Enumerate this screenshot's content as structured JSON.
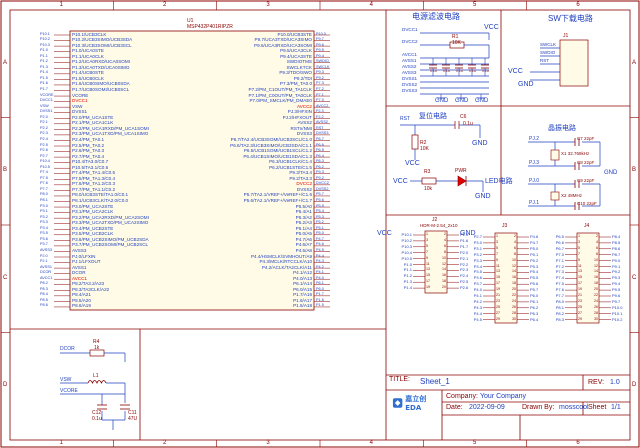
{
  "border": {
    "col_labels": [
      "1",
      "2",
      "3",
      "4",
      "5",
      "6"
    ],
    "row_labels": [
      "A",
      "B",
      "C",
      "D"
    ]
  },
  "sections": {
    "power": "电源滤波电路",
    "sw": "SW下载电路",
    "reset": "复位电路",
    "crystal": "晶振电路",
    "led": "LED电路"
  },
  "mcu": {
    "ref": "U1",
    "part": "MSP432P401RIPZR",
    "left_pins": [
      "P10.1/UCB3CLK",
      "P10.2/UCB3SIMO/UCB3SDA",
      "P10.3/UCB3SOMI/UCB3SCL",
      "P1.0/UCA0STE",
      "P1.1/UCA0CLK",
      "P1.2/UCA0RXD/UCA0SOMI",
      "P1.3/UCA0TXD/UCA0SIMO",
      "P1.4/UCB0STE",
      "P1.5/UCB0CLK",
      "P1.6/UCB0SIMO/UCB0SDA",
      "P1.7/UCB0SOMI/UCB0SCL",
      "VCORE",
      "DVCC1",
      "VSW",
      "DVSS1",
      "P2.0/PM_UCA1STE",
      "P2.1/PM_UCA1CLK",
      "P2.2/PM_UCA1RXD/PM_UCA1SOMI",
      "P2.3/PM_UCA1TXD/PM_UCA1SIMO",
      "P2.4/PM_TA0.1",
      "P2.5/PM_TA0.2",
      "P2.6/PM_TA0.3",
      "P2.7/PM_TA0.4",
      "P10.4/TA3.0/C0.7",
      "P10.5/TA3.1/C0.6",
      "P7.4/PM_TA1.4/C0.5",
      "P7.5/PM_TA1.3/C0.4",
      "P7.6/PM_TA1.2/C0.3",
      "P7.7/PM_TA1.1/C0.2",
      "P8.0/UCB3STE/TA1.0/C0.1",
      "P8.1/UCB3CLK/TA2.0/C0.0",
      "P3.0/PM_UCA2STE",
      "P3.1/PM_UCA2CLK",
      "P3.2/PM_UCA2RXD/PM_UCA2SOMI",
      "P3.3/PM_UCA2TXD/PM_UCA2SIMO",
      "P3.4/PM_UCB2STE",
      "P3.5/PM_UCB2CLK",
      "P3.6/PM_UCB2SIMO/PM_UCB2SDA",
      "P3.7/PM_UCB2SOMI/PM_UCB2SCL",
      "AVSS3",
      "PJ.0/LFXIN",
      "PJ.1/LFXOUT",
      "AVSS1",
      "DCOR",
      "AVCC1",
      "P8.2/TA3.2/A23",
      "P8.3/TA3CLK/A22",
      "P8.4/A21",
      "P8.5/A20",
      "P8.6/A19"
    ],
    "right_pins": [
      "P10.0/UCB3STE",
      "P9.7/UCA3TXD/UCA3SIMO",
      "P9.6/UCA3RXD/UCA3SOMI",
      "P9.5/UCA3CLK",
      "P9.4/UCA3STE",
      "SWDIOTMS",
      "SWCLKTCK",
      "P9.3/TDO/SWO",
      "P9.2/TDI",
      "P7.3/PM_TA0.0",
      "P7.2/PM_C1OUT/PM_TA1CLK",
      "P7.1/PM_C0OUT/PM_TA0CLK",
      "P7.0/PM_SMCLK/PM_DMAE0",
      "AVCC2",
      "PJ.3/HFXIN",
      "PJ.2/HFXOUT",
      "AVSS2",
      "RSTn/NMI",
      "DVSS3",
      "P6.7/TA2.4/UCB3SOMI/UCB3SCL/C1.0",
      "P6.6/TA2.3/UCB3SIMO/UCB3SDA/C1.1",
      "P6.5/UCB1SOMI/UCB1SCL/C1.2",
      "P6.4/UCB1SIMO/UCB1SDA/C1.3",
      "P6.3/UCB1CLK/C1.4",
      "P6.2/UCB1STE/C1.5",
      "P9.3/TA3.4",
      "P9.2/TA3.3",
      "DVCC2",
      "DVSS2",
      "P5.7/TA2.1/VREF+/VeREF+/C1.6",
      "P5.6/TA2.1/VREF+/VeREF+/C1.7",
      "P5.5/A0",
      "P5.4/A1",
      "P5.3/A2",
      "P5.2/A3",
      "P5.1/A4",
      "P5.0/A5",
      "P4.7/A6",
      "P4.6/A7",
      "P4.5/A8",
      "P4.4/HSMCLK/SVMHOUT/A9",
      "P4.3/MCLK/RTCCLK/A10",
      "P4.2/ACLK/TA2CLK/A11",
      "P4.1/A12",
      "P4.0/A13",
      "P6.1/A14",
      "P6.0/A15",
      "P1.7/A16",
      "P1.6/A17",
      "P1.5/A18"
    ],
    "right_nets": [
      "P10.0",
      "P9.7",
      "P9.6",
      "P9.5",
      "P9.4",
      "SWDIO",
      "SWCLK",
      "P9.3",
      "P9.2",
      "P7.3",
      "P7.2",
      "P7.1",
      "P7.0",
      "AVCC2",
      "PJ.3",
      "PJ.2",
      "AVSS2",
      "RST",
      "DVSS3",
      "P6.7",
      "P6.6",
      "P6.5",
      "P6.4",
      "P6.3",
      "P6.2",
      "P9.3",
      "P9.2",
      "DVCC2",
      "DVSS2",
      "P5.7",
      "P5.6",
      "P5.5",
      "P5.4",
      "P5.3",
      "P5.2",
      "P5.1",
      "P5.0",
      "P4.7",
      "P4.6",
      "P4.5",
      "P4.4",
      "P4.3",
      "P4.2",
      "P4.1",
      "P4.0",
      "P6.1",
      "P6.0",
      "P1.7",
      "P1.6",
      "P1.5"
    ]
  },
  "power_filter": {
    "vcc": "VCC",
    "r1_ref": "R1",
    "r1_val": "10K",
    "left_nets": [
      "DVCC1",
      "DVCC2",
      "AVCC1",
      "AVSS1",
      "AVSS2",
      "AVSS3",
      "DVSS1",
      "DVSS2",
      "DVSS3"
    ],
    "gnd": "GND",
    "cap_vals": [
      "0.1u",
      "0.1u",
      "0.1u",
      "0.1u",
      "0.1u"
    ]
  },
  "sw": {
    "ref": "J1",
    "nets": [
      "SWCLK",
      "SWDIO",
      "RST"
    ],
    "vcc": "VCC",
    "gnd": "GND"
  },
  "reset": {
    "rst": "RST",
    "c_ref": "C6",
    "c_val": "0.1u",
    "r_ref": "R2",
    "r_val": "10K",
    "vcc": "VCC",
    "gnd": "GND"
  },
  "crystal": {
    "nets": [
      "PJ.2",
      "PJ.3",
      "PJ.0",
      "PJ.1"
    ],
    "c7": "C7 22pF",
    "c8": "C8 22pF",
    "c9": "C9 22pF",
    "c10": "C10 22pF",
    "x1": "X1 32.768kHz",
    "x2": "X2 48MHz",
    "gnd": "GND"
  },
  "led": {
    "vcc": "VCC",
    "r_ref": "R3",
    "r_val": "10k",
    "pwr": "PWR",
    "gnd": "GND"
  },
  "headers": {
    "j2_ref": "J2",
    "j2_part": "HDR-M-2.54_2x10",
    "j3_ref": "J3",
    "j4_ref": "J4",
    "vcc": "VCC",
    "gnd": "GND",
    "j2_left": [
      "P10.1",
      "P10.2",
      "P10.3",
      "P10.4",
      "P10.5",
      "P1.0",
      "P1.1",
      "P1.2",
      "P1.3",
      "P1.4"
    ],
    "j2_right": [
      "P1.5",
      "P1.6",
      "P1.7",
      "P2.0",
      "P2.1",
      "P2.2",
      "P2.3",
      "P2.4",
      "P2.5",
      "P2.6"
    ],
    "j3_left": [
      "P2.7",
      "P3.0",
      "P3.1",
      "P3.2",
      "P3.3",
      "P3.4",
      "P3.5",
      "P3.6",
      "P3.7",
      "P4.0",
      "P4.1",
      "P4.2",
      "P4.3",
      "P4.4",
      "P4.5"
    ],
    "j3_right": [
      "P4.6",
      "P4.7",
      "P5.0",
      "P5.1",
      "P5.2",
      "P5.3",
      "P5.4",
      "P5.5",
      "P5.6",
      "P5.7",
      "P6.0",
      "P6.1",
      "P6.2",
      "P6.3",
      "P6.4"
    ],
    "j4_left": [
      "P6.5",
      "P6.6",
      "P6.7",
      "P7.0",
      "P7.1",
      "P7.2",
      "P7.3",
      "P7.4",
      "P7.5",
      "P7.6",
      "P7.7",
      "P8.0",
      "P8.1",
      "P8.2",
      "P8.3"
    ],
    "j4_right": [
      "P8.4",
      "P8.5",
      "P8.6",
      "P8.7",
      "P9.0",
      "P9.1",
      "P9.2",
      "P9.3",
      "P9.4",
      "P9.5",
      "P9.6",
      "P9.7",
      "P10.0",
      "P10.1",
      "P10.2"
    ],
    "pin_nums_odd": [
      "1",
      "3",
      "5",
      "7",
      "9",
      "11",
      "13",
      "15",
      "17",
      "19",
      "21",
      "23",
      "25",
      "27",
      "29"
    ],
    "pin_nums_even": [
      "2",
      "4",
      "6",
      "8",
      "10",
      "12",
      "14",
      "16",
      "18",
      "20",
      "22",
      "24",
      "26",
      "28",
      "30"
    ]
  },
  "vcore": {
    "dcor": "DCOR",
    "r4_ref": "R4",
    "r4_val": "1k",
    "vsw": "VSW",
    "l1_ref": "L1",
    "vcore": "VCORE",
    "c12": "C12",
    "c12_val": "0.1u",
    "c11": "C11",
    "c11_val": "47U"
  },
  "title_block": {
    "title_label": "TITLE:",
    "title_value": "Sheet_1",
    "rev_label": "REV:",
    "rev_value": "1.0",
    "company_label": "Company:",
    "company_value": "Your Company",
    "sheet_label": "Sheet",
    "sheet_value": "1/1",
    "date_label": "Date:",
    "date_value": "2022-09-09",
    "drawn_label": "Drawn By:",
    "drawn_value": "mosscool",
    "logo_text": "嘉立创EDA"
  },
  "colors": {
    "border": "#8b0000",
    "wire": "#1f3fbf",
    "component": "#8b0000",
    "net": "#1f3fbf",
    "power_red": "#e00000"
  }
}
